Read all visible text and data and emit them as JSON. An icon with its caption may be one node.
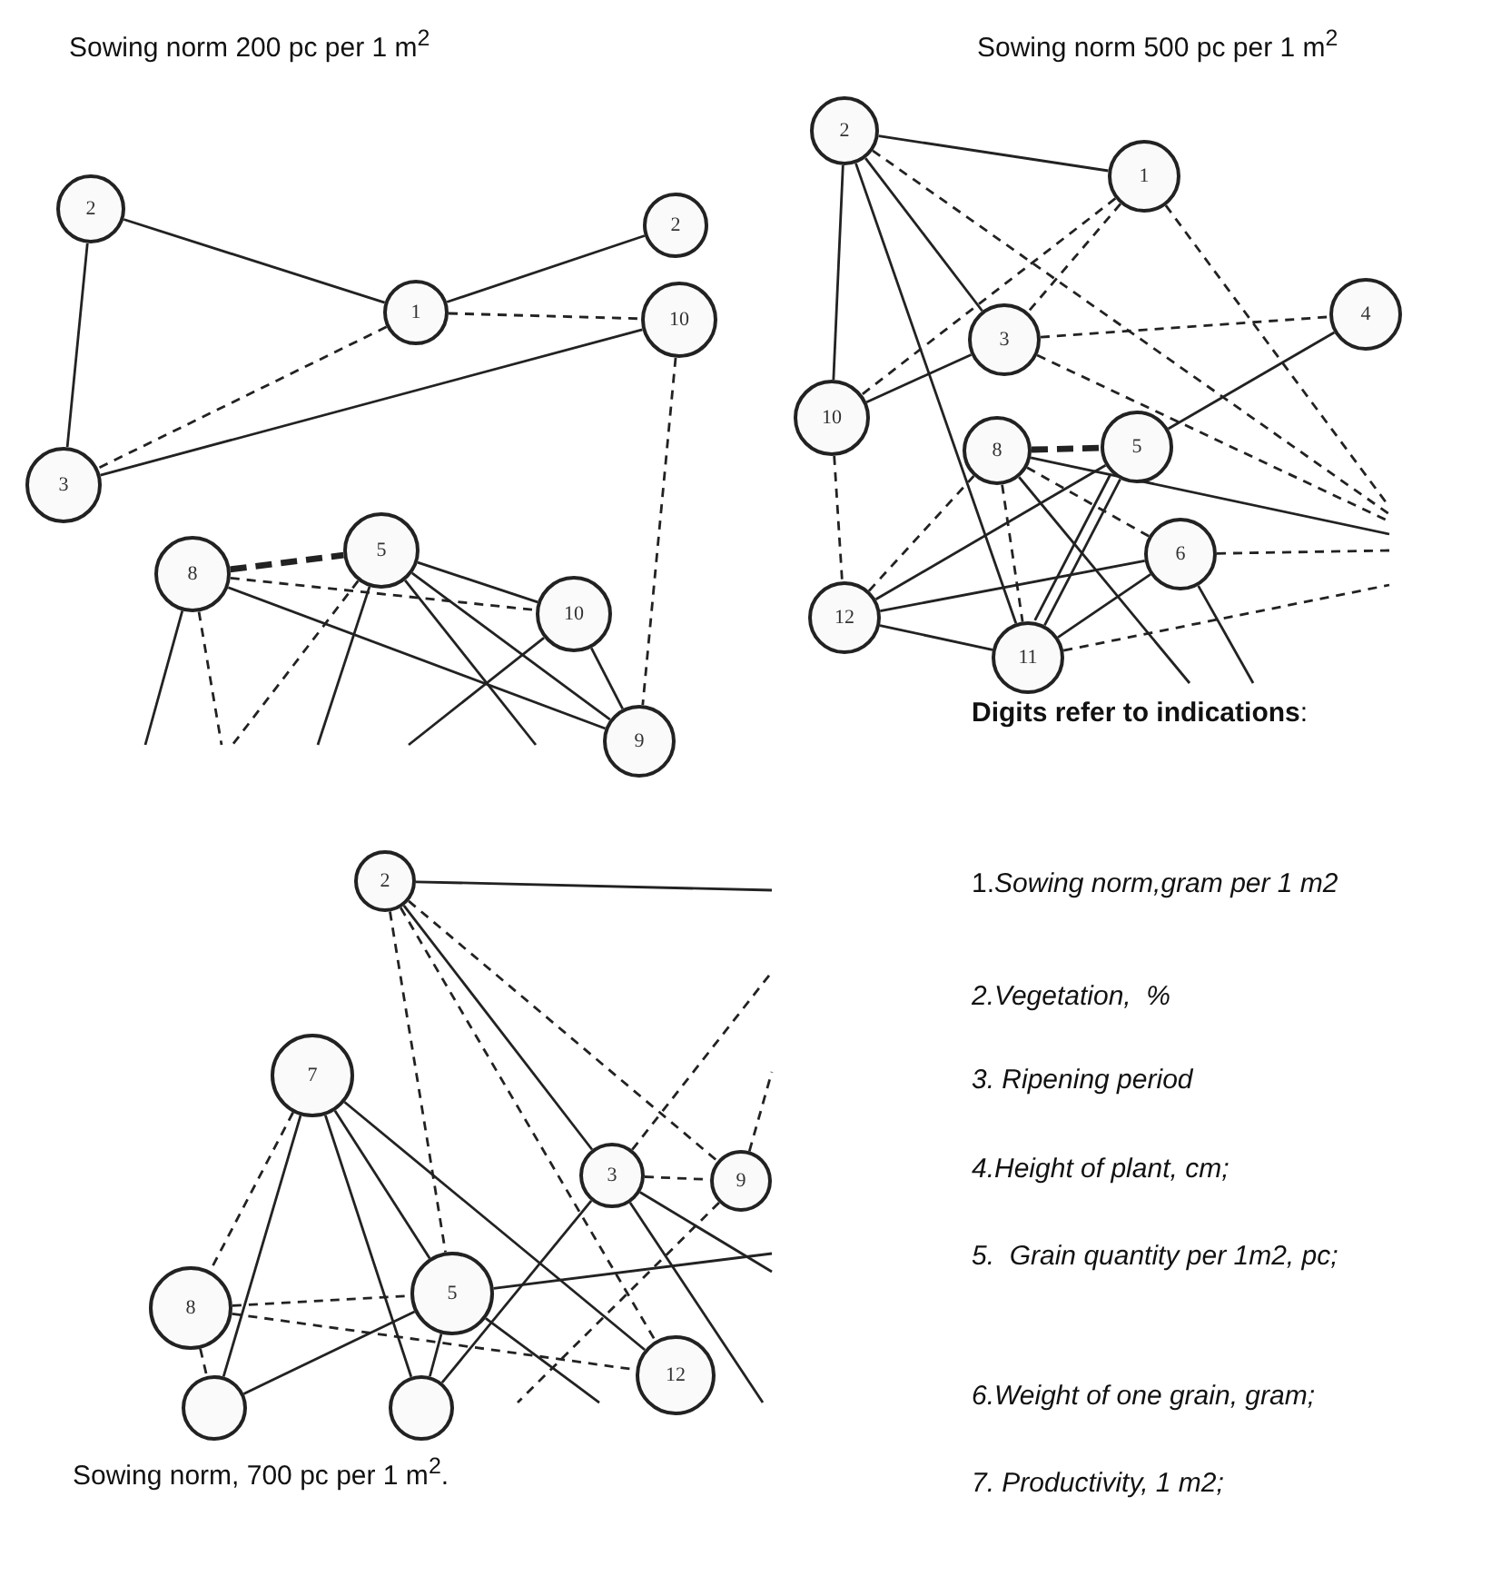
{
  "diagram": {
    "nodes": [
      {
        "text": [
          "2"
        ]
      },
      {
        "text": [
          "1"
        ]
      },
      {
        "text": [
          "2"
        ]
      },
      {
        "text": [
          "10"
        ]
      },
      {
        "text": [
          "3"
        ]
      },
      {
        "text": [
          "8"
        ]
      },
      {
        "text": [
          "5"
        ]
      },
      {
        "text": [
          "10"
        ]
      },
      {
        "text": [
          "9"
        ]
      },
      {
        "text": [
          "2"
        ]
      },
      {
        "text": [
          "1"
        ]
      },
      {
        "text": [
          "4"
        ]
      },
      {
        "text": [
          "3"
        ]
      },
      {
        "text": [
          "10"
        ]
      },
      {
        "text": [
          "8"
        ]
      },
      {
        "text": [
          "5"
        ]
      },
      {
        "text": [
          "6"
        ]
      },
      {
        "text": [
          "12"
        ]
      },
      {
        "text": [
          "11"
        ]
      },
      {
        "text": [
          "2"
        ]
      },
      {
        "text": [
          "7"
        ]
      },
      {
        "text": [
          "3"
        ]
      },
      {
        "text": [
          "9"
        ]
      },
      {
        "text": [
          "8"
        ]
      },
      {
        "text": [
          "5"
        ]
      },
      {
        "text": [
          "12"
        ]
      },
      {
        "text": [],
        "shape": "circle"
      },
      {
        "text": [],
        "shape": "circle"
      }
    ],
    "edges": [
      {
        "from": 0,
        "to": 1,
        "arrow": "none"
      },
      {
        "from": 0,
        "to": 4,
        "arrow": "none"
      },
      {
        "from": 1,
        "to": 2,
        "arrow": "none"
      },
      {
        "from": 1,
        "to": 3,
        "arrow": "none",
        "style": "dashed"
      },
      {
        "from": 1,
        "to": 4,
        "arrow": "none",
        "style": "dashed"
      },
      {
        "from": 4,
        "to": 3,
        "arrow": "none"
      },
      {
        "from": 3,
        "to": 8,
        "arrow": "none",
        "style": "dashed"
      },
      {
        "from": 5,
        "to": 6,
        "arrow": "none",
        "style": "dashed"
      },
      {
        "from": 5,
        "to": 7,
        "arrow": "none",
        "style": "dashed"
      },
      {
        "from": 6,
        "to": 7,
        "arrow": "none"
      },
      {
        "from": 7,
        "to": 8,
        "arrow": "none"
      },
      {
        "from": 5,
        "to": 8,
        "arrow": "none"
      },
      {
        "from": 6,
        "to": 8,
        "arrow": "none"
      },
      {
        "from": 5,
        "to": null,
        "arrow": "none"
      },
      {
        "from": 5,
        "to": null,
        "arrow": "none",
        "style": "dashed"
      },
      {
        "from": 6,
        "to": null,
        "arrow": "none",
        "style": "dashed"
      },
      {
        "from": 6,
        "to": null,
        "arrow": "none"
      },
      {
        "from": 7,
        "to": null,
        "arrow": "none"
      },
      {
        "from": 6,
        "to": null,
        "arrow": "none"
      },
      {
        "from": 9,
        "to": 10,
        "arrow": "none"
      },
      {
        "from": 9,
        "to": 12,
        "arrow": "none"
      },
      {
        "from": 9,
        "to": 13,
        "arrow": "none"
      },
      {
        "from": 9,
        "to": 18,
        "arrow": "none"
      },
      {
        "from": 9,
        "to": null,
        "arrow": "none",
        "style": "dashed"
      },
      {
        "from": 10,
        "to": 13,
        "arrow": "none",
        "style": "dashed"
      },
      {
        "from": 10,
        "to": 12,
        "arrow": "none",
        "style": "dashed"
      },
      {
        "from": 10,
        "to": null,
        "arrow": "none",
        "style": "dashed"
      },
      {
        "from": 12,
        "to": 11,
        "arrow": "none",
        "style": "dashed"
      },
      {
        "from": 12,
        "to": null,
        "arrow": "none",
        "style": "dashed"
      },
      {
        "from": 12,
        "to": 13,
        "arrow": "none"
      },
      {
        "from": 11,
        "to": 15,
        "arrow": "none"
      },
      {
        "from": 14,
        "to": 15,
        "arrow": "none",
        "style": "dashed"
      },
      {
        "from": 13,
        "to": 17,
        "arrow": "none",
        "style": "dashed"
      },
      {
        "from": 14,
        "to": null,
        "arrow": "none"
      },
      {
        "from": 14,
        "to": 16,
        "arrow": "none",
        "style": "dashed"
      },
      {
        "from": 14,
        "to": null,
        "arrow": "none"
      },
      {
        "from": 14,
        "to": 18,
        "arrow": "none",
        "style": "dashed"
      },
      {
        "from": 17,
        "to": 15,
        "arrow": "none"
      },
      {
        "from": 17,
        "to": 16,
        "arrow": "none"
      },
      {
        "from": 17,
        "to": 14,
        "arrow": "none",
        "style": "dashed"
      },
      {
        "from": 17,
        "to": 18,
        "arrow": "none"
      },
      {
        "from": 15,
        "to": 18,
        "arrow": "none"
      },
      {
        "from": 15,
        "to": 18,
        "arrow": "none"
      },
      {
        "from": 16,
        "to": 18,
        "arrow": "none"
      },
      {
        "from": 16,
        "to": null,
        "arrow": "none",
        "style": "dashed"
      },
      {
        "from": 16,
        "to": null,
        "arrow": "none"
      },
      {
        "from": 18,
        "to": null,
        "arrow": "none",
        "style": "dashed"
      },
      {
        "from": 19,
        "to": null,
        "arrow": "none"
      },
      {
        "from": 19,
        "to": 21,
        "arrow": "none"
      },
      {
        "from": 19,
        "to": 22,
        "arrow": "none",
        "style": "dashed"
      },
      {
        "from": 19,
        "to": 24,
        "arrow": "none",
        "style": "dashed"
      },
      {
        "from": 19,
        "to": 25,
        "arrow": "none",
        "style": "dashed"
      },
      {
        "from": 20,
        "to": 23,
        "arrow": "none",
        "style": "dashed"
      },
      {
        "from": 20,
        "to": 26,
        "arrow": "none"
      },
      {
        "from": 20,
        "to": 27,
        "arrow": "none"
      },
      {
        "from": 20,
        "to": 24,
        "arrow": "none"
      },
      {
        "from": 20,
        "to": 25,
        "arrow": "none"
      },
      {
        "from": 21,
        "to": 22,
        "arrow": "none",
        "style": "dashed"
      },
      {
        "from": 21,
        "to": null,
        "arrow": "none",
        "style": "dashed"
      },
      {
        "from": 22,
        "to": null,
        "arrow": "none",
        "style": "dashed"
      },
      {
        "from": 21,
        "to": null,
        "arrow": "none"
      },
      {
        "from": 21,
        "to": null,
        "arrow": "none"
      },
      {
        "from": 21,
        "to": 27,
        "arrow": "none"
      },
      {
        "from": 24,
        "to": null,
        "arrow": "none"
      },
      {
        "from": 24,
        "to": null,
        "arrow": "none"
      },
      {
        "from": 23,
        "to": 24,
        "arrow": "none",
        "style": "dashed"
      },
      {
        "from": 23,
        "to": 25,
        "arrow": "none",
        "style": "dashed"
      },
      {
        "from": 23,
        "to": 26,
        "arrow": "none",
        "style": "dashed"
      },
      {
        "from": 22,
        "to": null,
        "arrow": "none",
        "style": "dashed"
      },
      {
        "from": 24,
        "to": 26,
        "arrow": "none"
      },
      {
        "from": 24,
        "to": 27,
        "arrow": "none"
      }
    ],
    "labels": [
      "Sowing norm 200 pc per 1 m$^{2}$",
      "Sowing norm 500 pc per 1 m$^{2}$",
      "Sowing norm, 700 pc per 1 m$^{2}$.",
      "**Digits refer to indications**:",
      "1.*Sowing norm,gram per 1 m2*",
      "2.Vegetation,  %",
      "3. Ripening period",
      "4.Height of plant, cm;",
      "5.  Grain quantity per 1m2, pc;",
      "6.Weight of one grain, gram;",
      "7. Productivity, 1 m2;"
    ]
  }
}
